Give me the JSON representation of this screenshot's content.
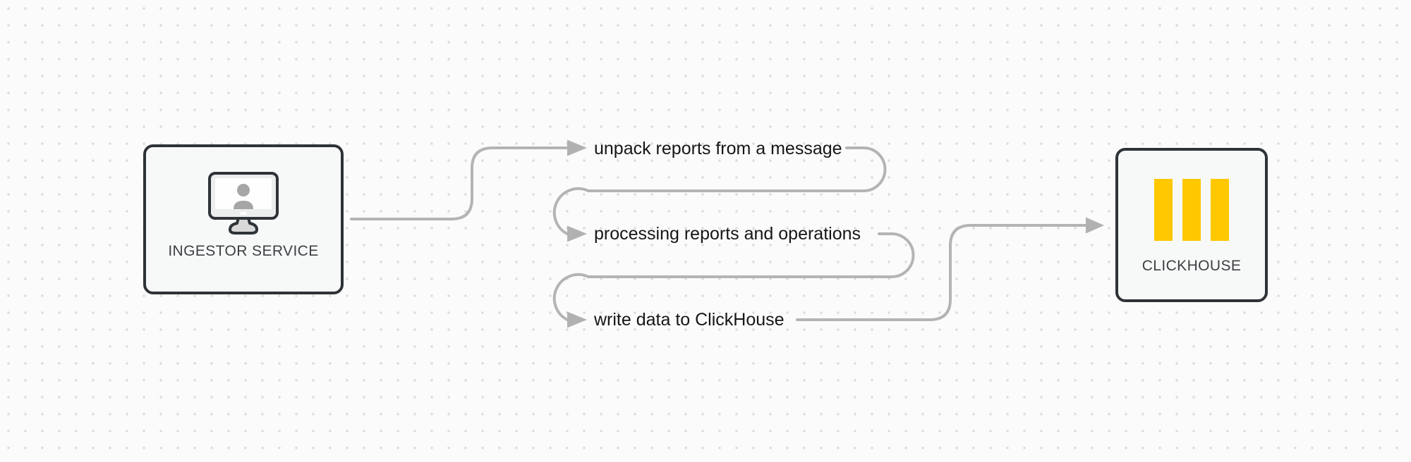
{
  "nodes": {
    "ingestor": {
      "label": "INGESTOR SERVICE",
      "icon": "monitor-user-icon"
    },
    "clickhouse": {
      "label": "CLICKHOUSE",
      "icon": "clickhouse-logo-icon"
    }
  },
  "steps": [
    {
      "label": "unpack reports from a message"
    },
    {
      "label": "processing reports and operations"
    },
    {
      "label": "write data to ClickHouse"
    }
  ],
  "colors": {
    "canvas_background": "#fbfbfb",
    "grid_dot": "#dcdcdc",
    "connector_gray": "#b4b4b4",
    "arrowhead_gray": "#b1b1b1",
    "node_border": "#2e3338",
    "node_fill": "#f7f8f8",
    "node_label_text": "#3c4043",
    "step_label_text": "#161616",
    "clickhouse_yellow": "#FFC800",
    "monitor_silhouette_gray": "#a6a6a6"
  }
}
